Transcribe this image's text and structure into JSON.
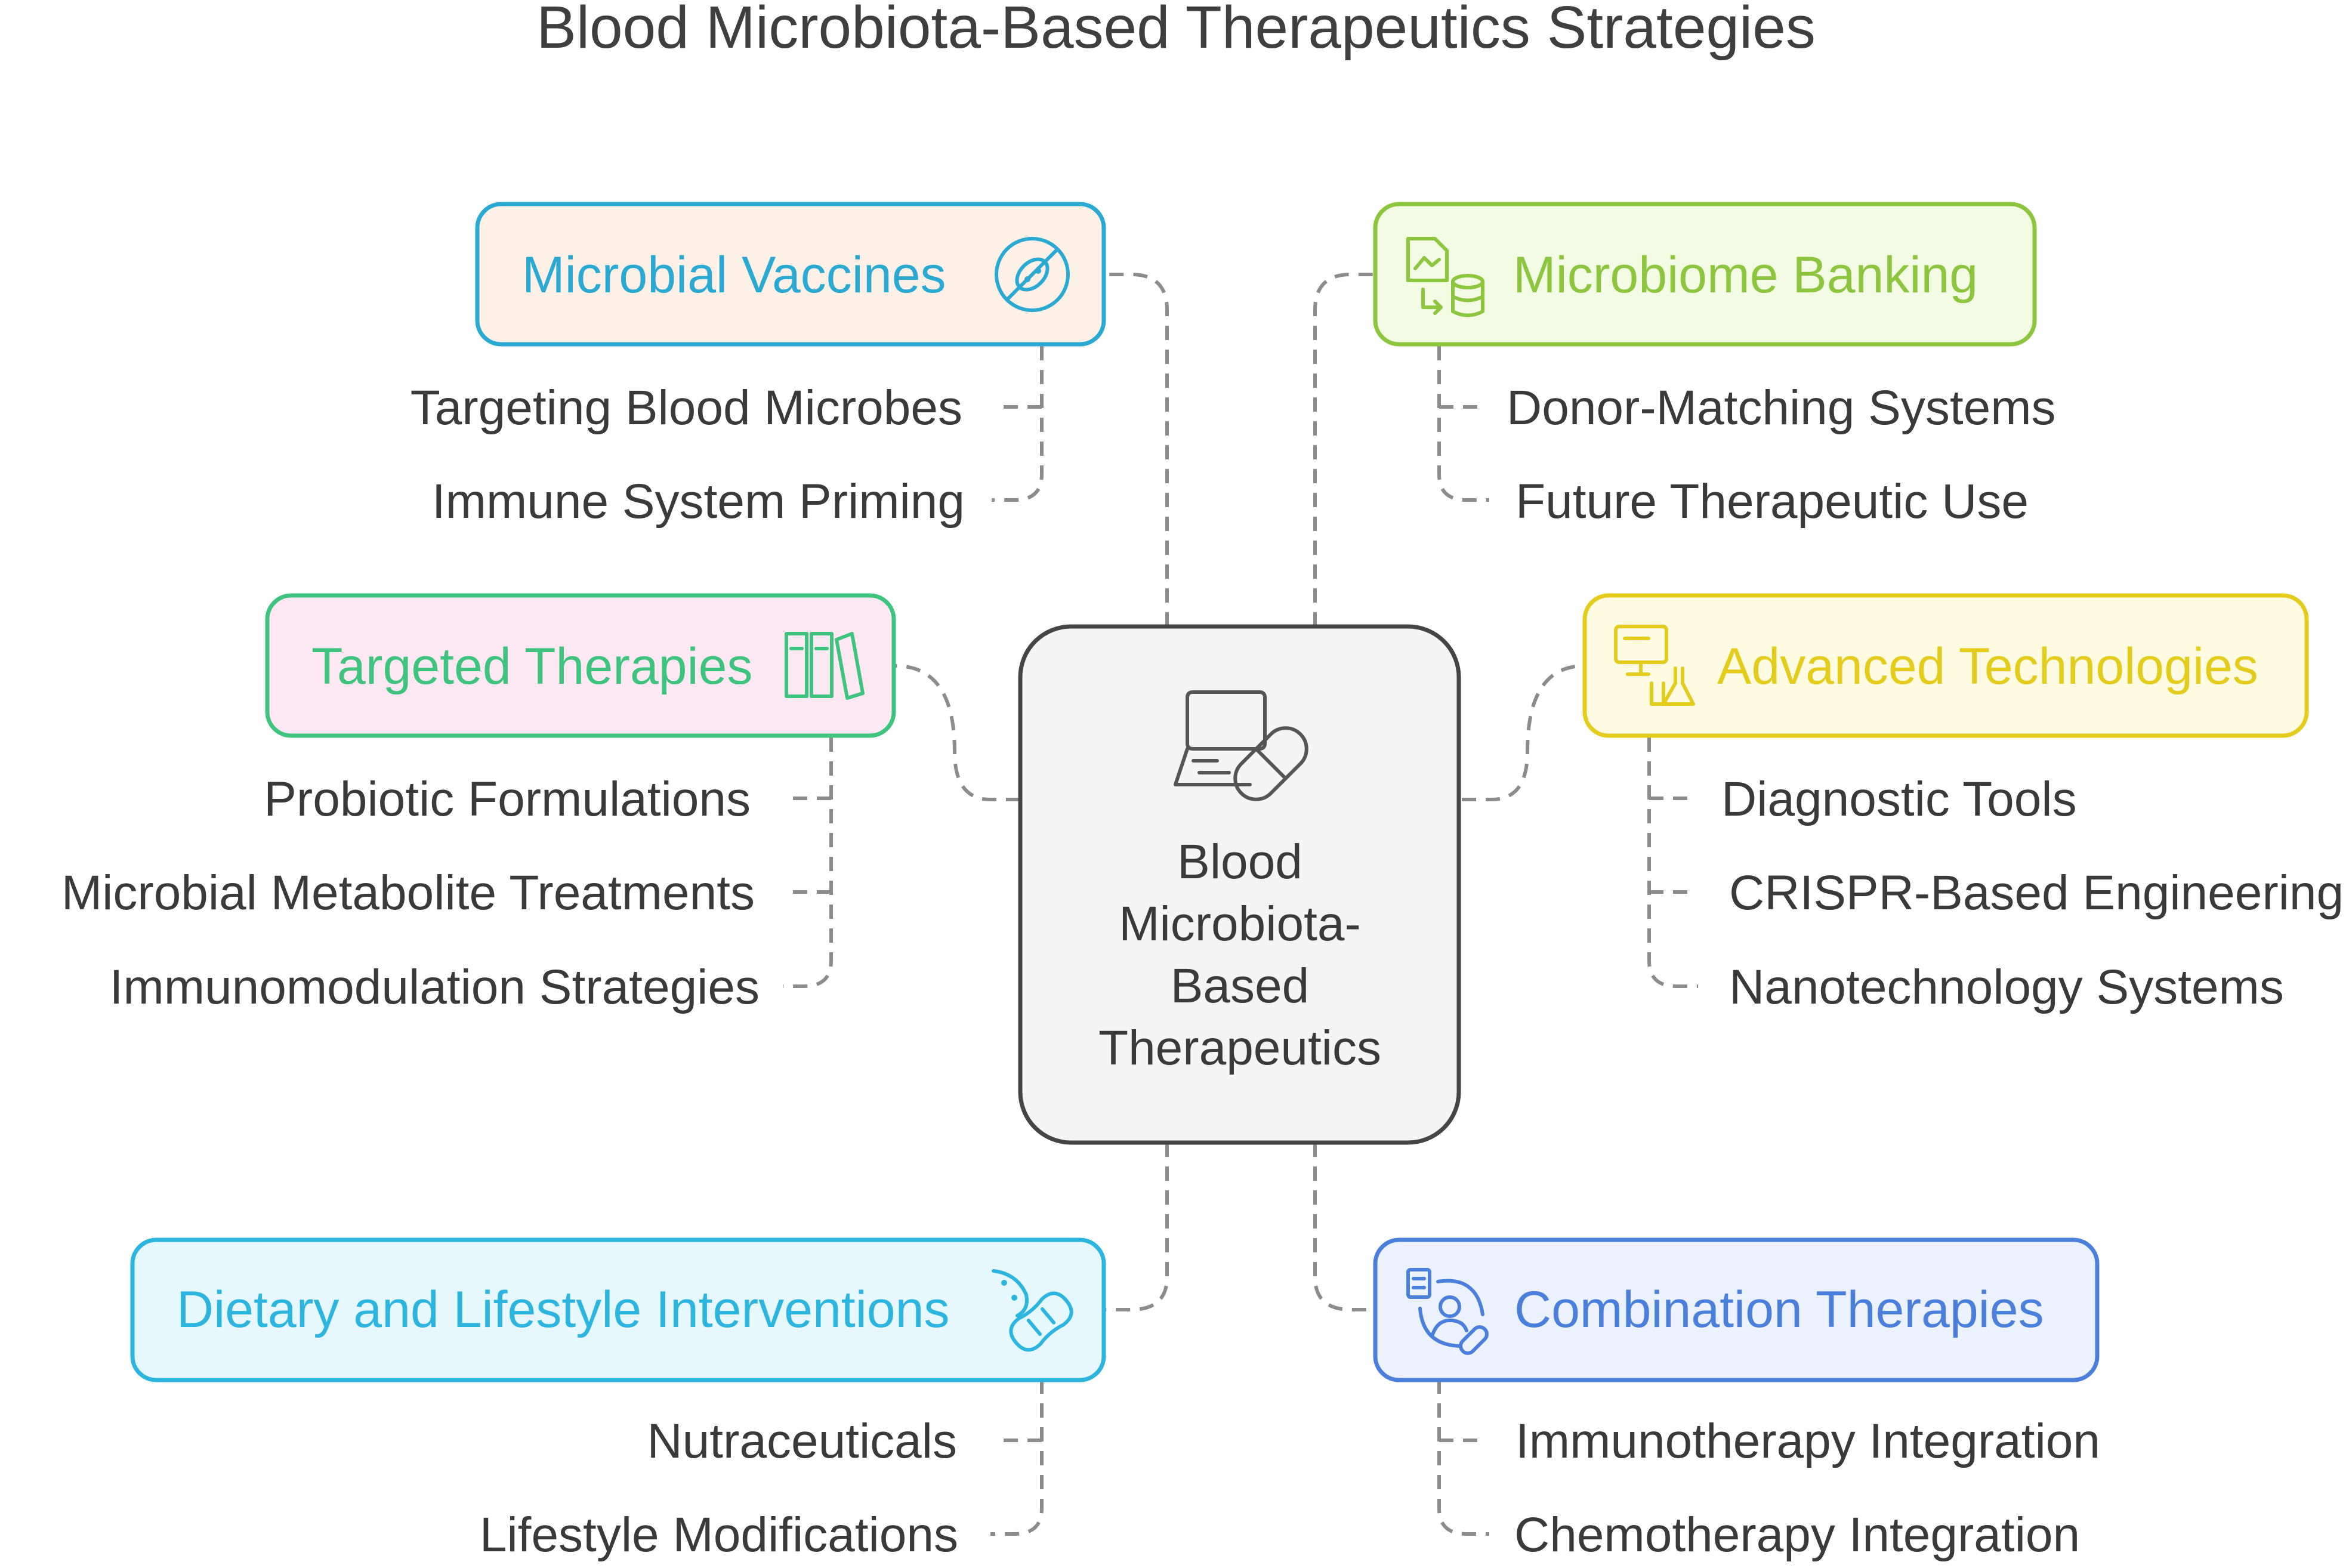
{
  "title": "Blood Microbiota-Based Therapeutics Strategies",
  "center": {
    "lines": [
      "Blood",
      "Microbiota-",
      "Based",
      "Therapeutics"
    ],
    "icon": "laptop-pill-icon"
  },
  "categories": [
    {
      "key": "microbial-vaccines",
      "label": "Microbial Vaccines",
      "icon": "no-bacteria-icon",
      "colors": {
        "fill": "#fdf0e6",
        "stroke": "#2aa9d2",
        "text": "#2aa9d2"
      },
      "items": [
        "Targeting Blood Microbes",
        "Immune System Priming"
      ]
    },
    {
      "key": "microbiome-banking",
      "label": "Microbiome Banking",
      "icon": "file-database-icon",
      "colors": {
        "fill": "#f3fbe4",
        "stroke": "#8cc63f",
        "text": "#8cc63f"
      },
      "items": [
        "Donor-Matching Systems",
        "Future Therapeutic Use"
      ]
    },
    {
      "key": "targeted-therapies",
      "label": "Targeted Therapies",
      "icon": "books-icon",
      "colors": {
        "fill": "#fde8f3",
        "stroke": "#3fc47f",
        "text": "#3fc47f"
      },
      "items": [
        "Probiotic Formulations",
        "Microbial Metabolite Treatments",
        "Immunomodulation Strategies"
      ]
    },
    {
      "key": "advanced-technologies",
      "label": "Advanced Technologies",
      "icon": "computer-flask-icon",
      "colors": {
        "fill": "#fffbe3",
        "stroke": "#e4cc1c",
        "text": "#e4cc1c"
      },
      "items": [
        "Diagnostic Tools",
        "CRISPR-Based Engineering",
        "Nanotechnology Systems"
      ]
    },
    {
      "key": "dietary-lifestyle",
      "label": "Dietary and Lifestyle Interventions",
      "icon": "peanut-icon",
      "colors": {
        "fill": "#e6f7fd",
        "stroke": "#2bb5df",
        "text": "#2bb5df"
      },
      "items": [
        "Nutraceuticals",
        "Lifestyle Modifications"
      ]
    },
    {
      "key": "combination-therapies",
      "label": "Combination Therapies",
      "icon": "patient-pill-icon",
      "colors": {
        "fill": "#ebf1fd",
        "stroke": "#4a7fdc",
        "text": "#4a7fdc"
      },
      "items": [
        "Immunotherapy Integration",
        "Chemotherapy Integration"
      ]
    }
  ]
}
